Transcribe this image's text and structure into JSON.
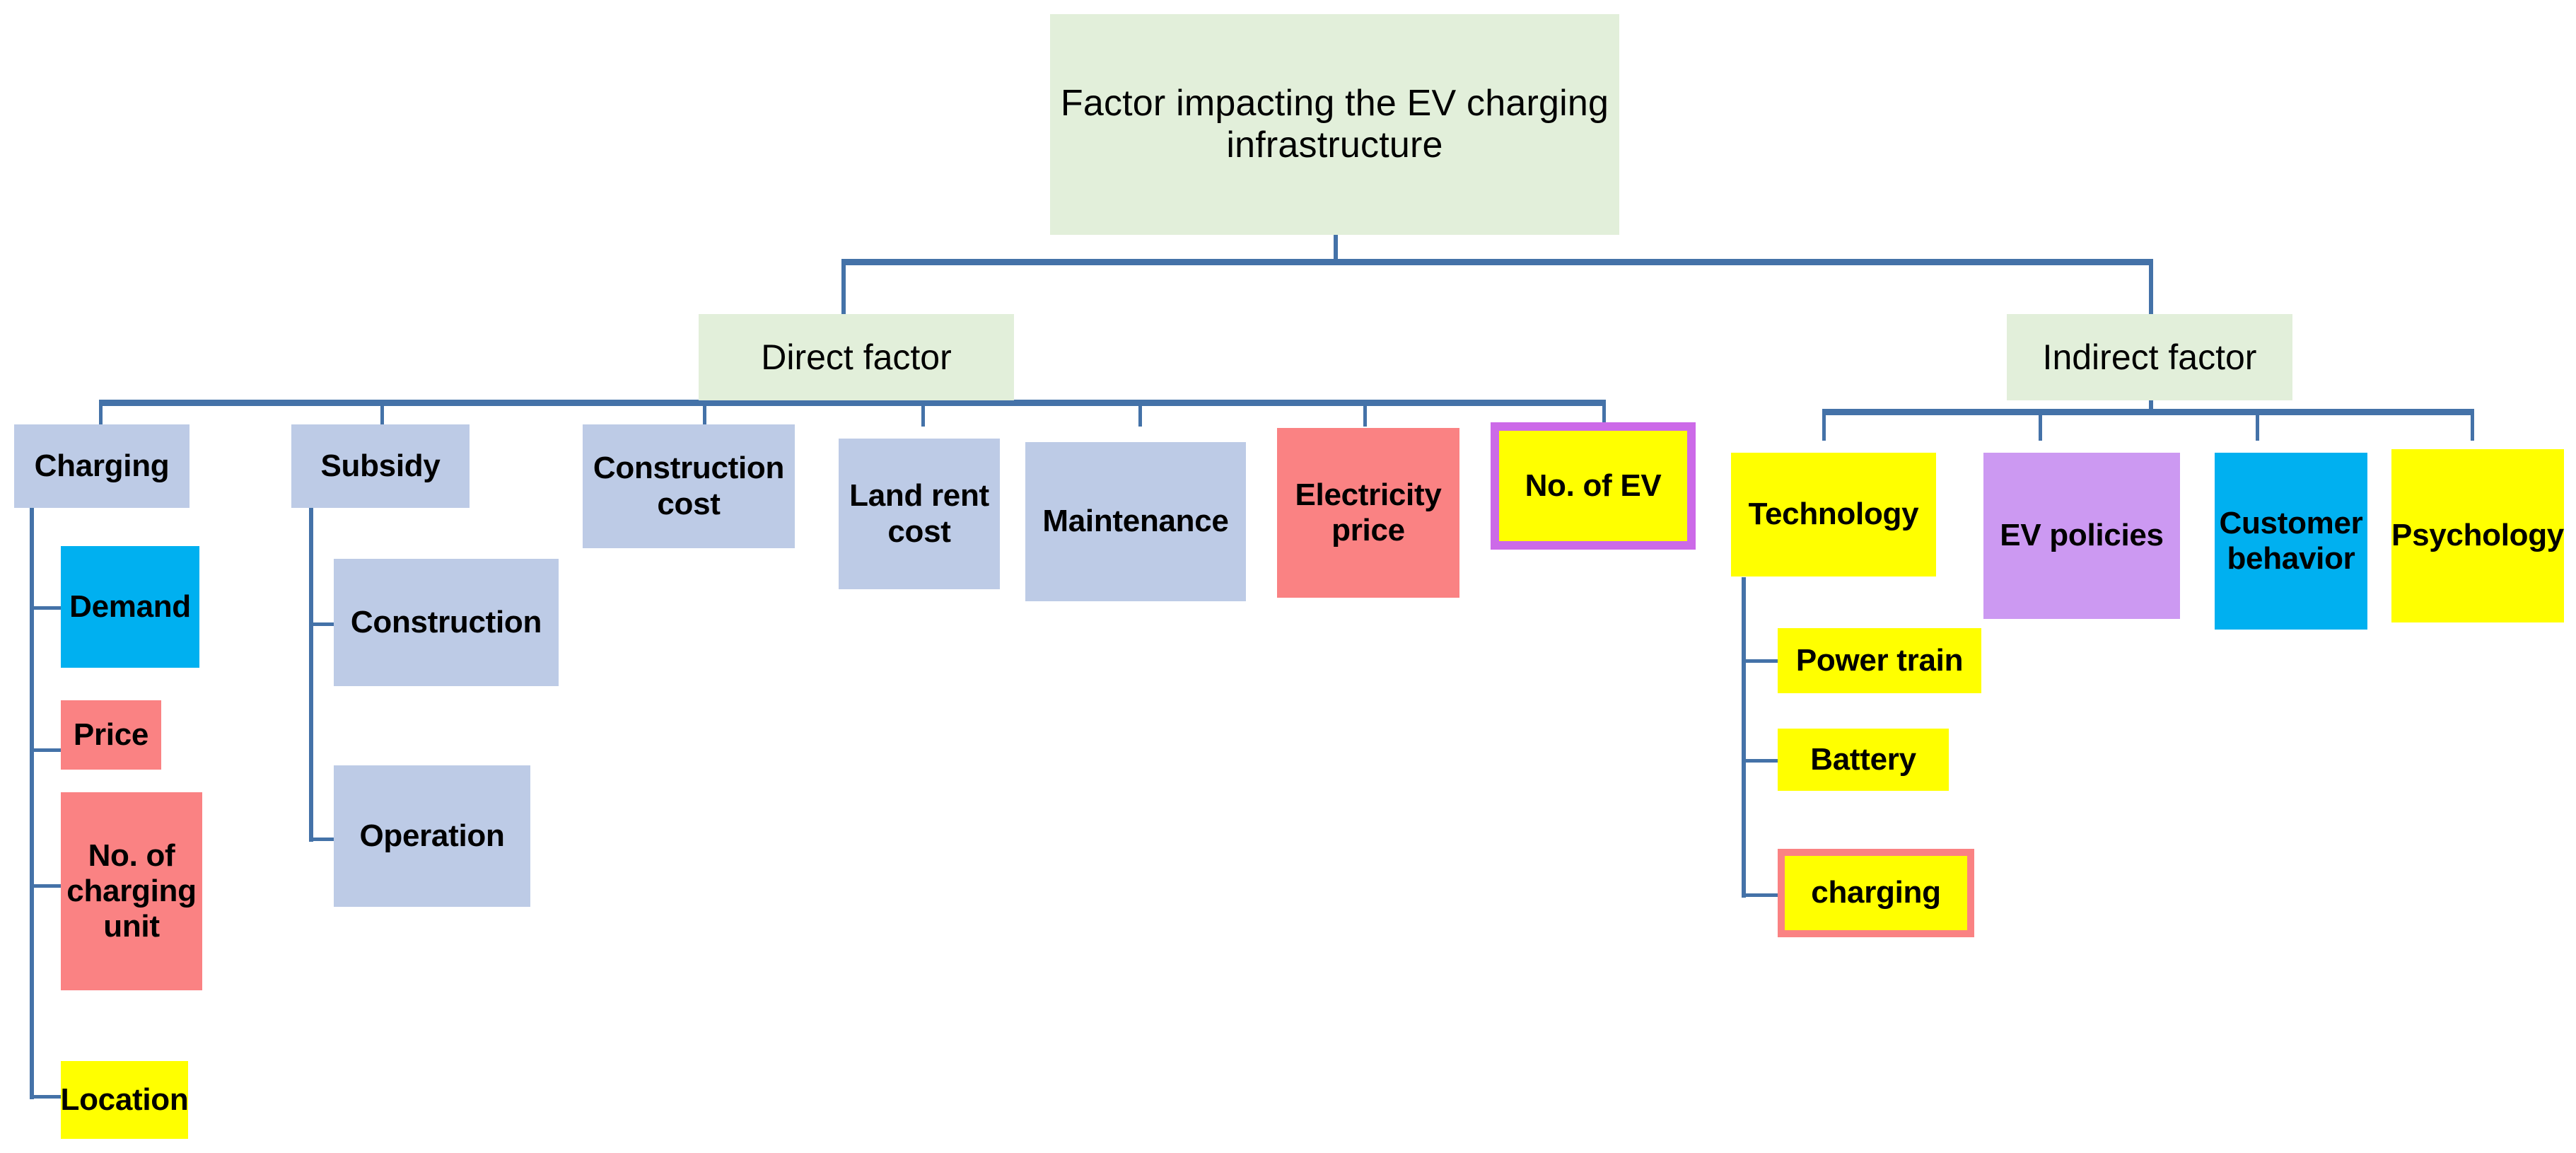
{
  "diagram": {
    "title": "Factor impacting the EV charging infrastructure",
    "root": {
      "label": "Factor impacting the EV charging infrastructure",
      "fill": "#e2efda"
    },
    "branches": [
      {
        "label": "Direct factor",
        "fill": "#e2efda"
      },
      {
        "label": "Indirect factor",
        "fill": "#e2efda"
      }
    ],
    "direct_children": [
      {
        "label": "Charging",
        "fill": "#bdcbe6"
      },
      {
        "label": "Subsidy",
        "fill": "#bdcbe6"
      },
      {
        "label": "Construction\ncost",
        "fill": "#bdcbe6"
      },
      {
        "label": "Land rent\ncost",
        "fill": "#bdcbe6"
      },
      {
        "label": "Maintenance",
        "fill": "#bdcbe6"
      },
      {
        "label": "Electricity\nprice",
        "fill": "#fa8283"
      },
      {
        "label": "No. of EV",
        "fill": "#ffff00",
        "border": "#cc6ae8"
      }
    ],
    "charging_children": [
      {
        "label": "Demand",
        "fill": "#00b0f0"
      },
      {
        "label": "Price",
        "fill": "#fa8283"
      },
      {
        "label": "No. of\ncharging unit",
        "fill": "#fa8283"
      },
      {
        "label": "Location",
        "fill": "#ffff00"
      }
    ],
    "subsidy_children": [
      {
        "label": "Construction",
        "fill": "#bdcbe6"
      },
      {
        "label": "Operation",
        "fill": "#bdcbe6"
      }
    ],
    "indirect_children": [
      {
        "label": "Technology",
        "fill": "#ffff00"
      },
      {
        "label": "EV policies",
        "fill": "#cc99f2"
      },
      {
        "label": "Customer\nbehavior",
        "fill": "#00b0f0"
      },
      {
        "label": "Psychology",
        "fill": "#ffff00"
      }
    ],
    "technology_children": [
      {
        "label": "Power train",
        "fill": "#ffff00"
      },
      {
        "label": "Battery",
        "fill": "#ffff00"
      },
      {
        "label": "charging",
        "fill": "#ffff00",
        "border": "#fa8283"
      }
    ],
    "colors": {
      "connector": "#4472a8",
      "header_green": "#e2efda",
      "blue_gray": "#bdcbe6",
      "cyan": "#00b0f0",
      "salmon": "#fa8283",
      "yellow": "#ffff00",
      "purple": "#cc99f2",
      "magenta_outline": "#cc6ae8",
      "background": "#ffffff"
    }
  }
}
